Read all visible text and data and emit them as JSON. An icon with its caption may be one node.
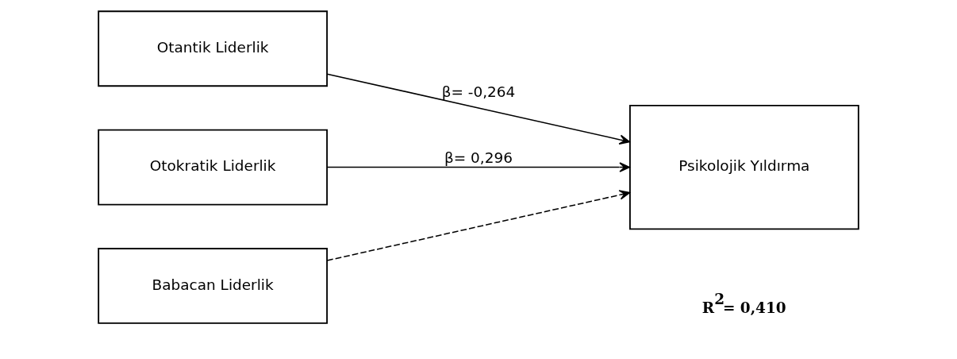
{
  "diagram": {
    "nodes": [
      {
        "text": [
          "Otantik Liderlik"
        ]
      },
      {
        "text": [
          "Otokratik Liderlik"
        ]
      },
      {
        "text": [
          "Babacan Liderlik"
        ]
      },
      {
        "text": [
          "Psikolojik Yıldırma"
        ]
      }
    ],
    "edges": [
      {
        "from": 0,
        "to": 3,
        "arrow": "to",
        "label": "β= -0,264"
      },
      {
        "from": 1,
        "to": 3,
        "arrow": "to",
        "label": "β= 0,296"
      },
      {
        "from": 2,
        "to": 3,
        "arrow": "to",
        "style": "dashed"
      }
    ],
    "labels": [
      "R$^{2}$= 0,410"
    ]
  }
}
